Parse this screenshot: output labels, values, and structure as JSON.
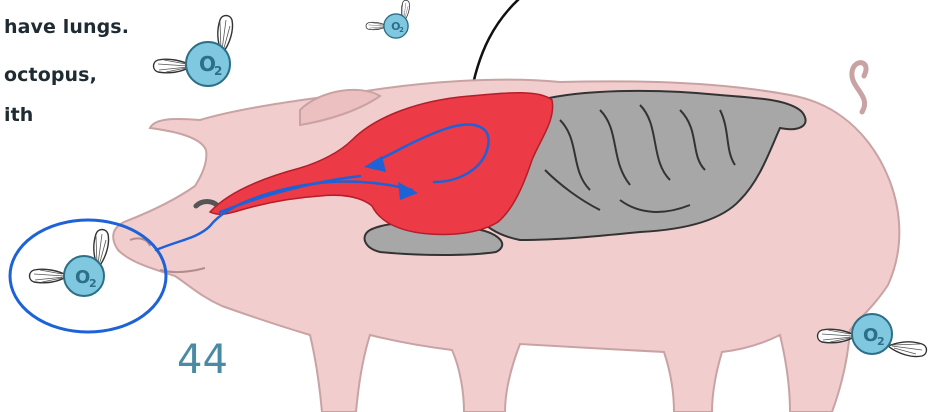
{
  "text": {
    "line_1": "have lungs.",
    "line_2": "octopus,",
    "line_3": "ith"
  },
  "page_number": "44",
  "molecule": {
    "label_o": "O",
    "label_sub": "2"
  },
  "colors": {
    "pig_body": "#f2cdcd",
    "pig_outline": "#c9a3a3",
    "lungs": "#ec3a46",
    "intestines": "#a7a7a7",
    "airflow_arrow": "#1d62d6",
    "circle_highlight": "#1d62d6",
    "pointer_line": "#111111",
    "molecule_fill": "#7fc8e0",
    "page_number": "#4a8aa4"
  },
  "icons": [
    "oxygen-molecule-icon",
    "wing-icon",
    "pig-illustration",
    "lungs-illustration",
    "intestines-illustration"
  ]
}
